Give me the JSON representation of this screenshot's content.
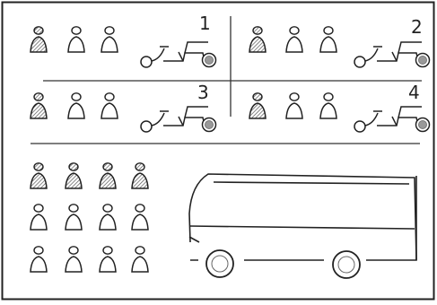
{
  "panels": [
    {
      "label": "1",
      "people": [
        "shaded",
        "empty",
        "empty"
      ],
      "vehicle": "rickshaw-icon"
    },
    {
      "label": "2",
      "people": [
        "shaded",
        "empty",
        "empty"
      ],
      "vehicle": "rickshaw-icon"
    },
    {
      "label": "3",
      "people": [
        "shaded",
        "empty",
        "empty"
      ],
      "vehicle": "rickshaw-icon"
    },
    {
      "label": "4",
      "people": [
        "shaded",
        "empty",
        "empty"
      ],
      "vehicle": "rickshaw-icon"
    }
  ],
  "bus_group": {
    "rows": [
      [
        "shaded",
        "shaded",
        "shaded",
        "shaded"
      ],
      [
        "empty",
        "empty",
        "empty",
        "empty"
      ],
      [
        "empty",
        "empty",
        "empty",
        "empty"
      ]
    ],
    "vehicle": "bus-icon"
  },
  "colors": {
    "ink": "#222222",
    "hatch": "#555555",
    "background": "#ffffff"
  }
}
